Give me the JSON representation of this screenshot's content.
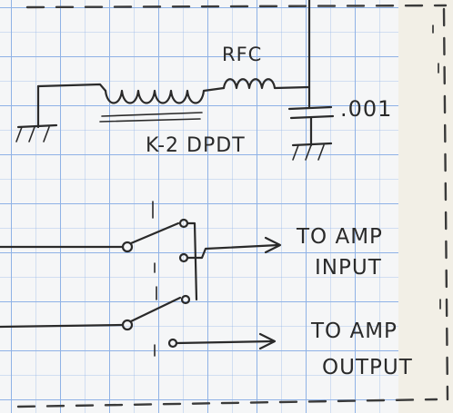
{
  "labels": {
    "rfc": "RFC",
    "capacitor": ".001",
    "relay": "K-2 DPDT",
    "amp_input_line1": "TO AMP",
    "amp_input_line2": "INPUT",
    "amp_output_line1": "TO AMP",
    "amp_output_line2": "OUTPUT"
  },
  "colors": {
    "ink": "#2a2a2a",
    "grid": "#8fb2e6",
    "paper": "#f5f6f7"
  }
}
